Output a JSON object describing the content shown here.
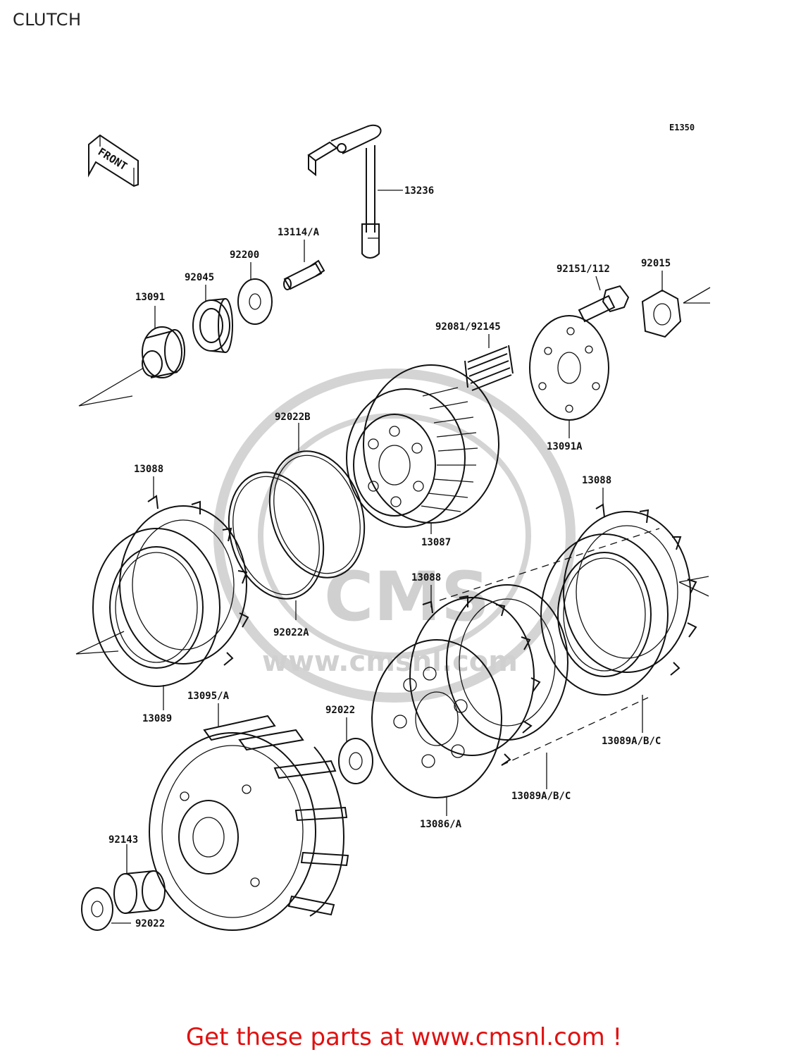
{
  "title": "CLUTCH",
  "diagram_code": "E1350",
  "front_label": "FRONT",
  "footer": "Get these parts at www.cmsnl.com !",
  "watermark": {
    "brand": "CMS",
    "site": "www.cmsnl.com"
  },
  "part_labels": [
    "13236",
    "13114/A",
    "92200",
    "92045",
    "13091",
    "92151/112",
    "92015",
    "92081/92145",
    "13091A",
    "92022B",
    "13088",
    "13088",
    "13087",
    "13088",
    "92022A",
    "13089",
    "13095/A",
    "92022",
    "13089A/B/C",
    "13089A/B/C",
    "13086/A",
    "92143",
    "92022"
  ],
  "colors": {
    "footer": "#e01010",
    "line": "#111111",
    "watermark": "#d0d0d0"
  }
}
